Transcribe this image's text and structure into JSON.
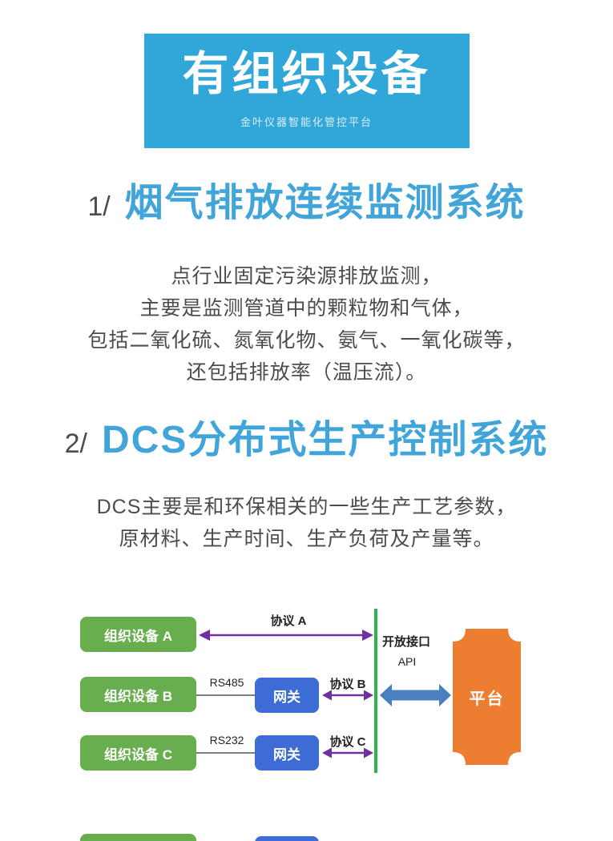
{
  "banner": {
    "title": "有组织设备",
    "subtitle": "金叶仪器智能化管控平台",
    "bg_color": "#31a6d8"
  },
  "sections": [
    {
      "number": "1/",
      "title": "烟气排放连续监测系统",
      "lines": [
        "点行业固定污染源排放监测，",
        "主要是监测管道中的颗粒物和气体，",
        "包括二氧化硫、氮氧化物、氨气、一氧化碳等，",
        "还包括排放率（温压流）。"
      ]
    },
    {
      "number": "2/",
      "title": "DCS分布式生产控制系统",
      "lines": [
        "DCS主要是和环保相关的一些生产工艺参数，",
        "原材料、生产时间、生产负荷及产量等。"
      ]
    }
  ],
  "diagram": {
    "devices": [
      "组织设备 A",
      "组织设备 B",
      "组织设备 C"
    ],
    "gateways": [
      "网关",
      "网关"
    ],
    "protocol_labels": [
      "协议 A",
      "协议 B",
      "协议 C"
    ],
    "serial_labels": [
      "RS485",
      "RS232"
    ],
    "open_interface_label": "开放接口",
    "api_label": "API",
    "platform_label": "平台",
    "colors": {
      "device_green": "#68ae4e",
      "gateway_blue": "#3d6cd6",
      "divider_green": "#2db44c",
      "arrow_purple": "#7030a0",
      "arrow_blue": "#4a80c0",
      "platform_orange": "#ed7d31",
      "heading_blue": "#41a5d9",
      "text_gray": "#4c4c4c"
    }
  }
}
